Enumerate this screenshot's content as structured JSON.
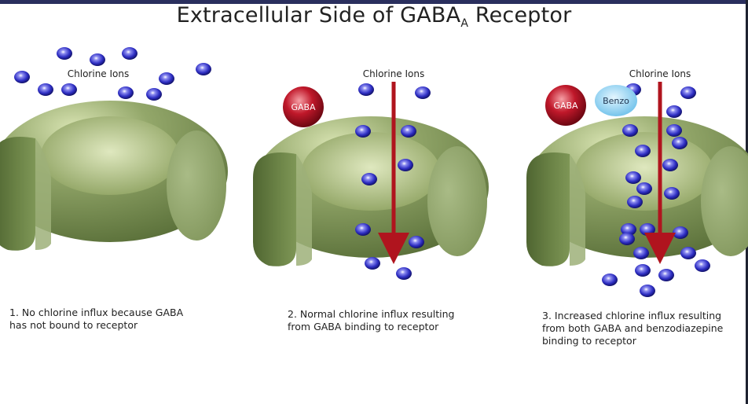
{
  "title_main": "Extracellular Side of GABA",
  "title_sub": "A",
  "title_end": " Receptor",
  "ion_label": "Chlorine Ions",
  "gaba_label": "GABA",
  "benzo_label": "Benzo",
  "colors": {
    "receptor": "#7a9152",
    "ion": "#2d2dc2",
    "gaba": "#c0182a",
    "benzo": "#8fd2f2",
    "arrow": "#b0141e"
  },
  "panels": [
    {
      "caption": "1. No chlorine influx because GABA\nhas not bound to receptor",
      "state": "closed"
    },
    {
      "caption": "2. Normal chlorine influx resulting\nfrom GABA binding to receptor",
      "state": "open"
    },
    {
      "caption": "3. Increased chlorine influx resulting\nfrom both GABA and benzodiazepine\nbinding to receptor",
      "state": "enhanced"
    }
  ]
}
